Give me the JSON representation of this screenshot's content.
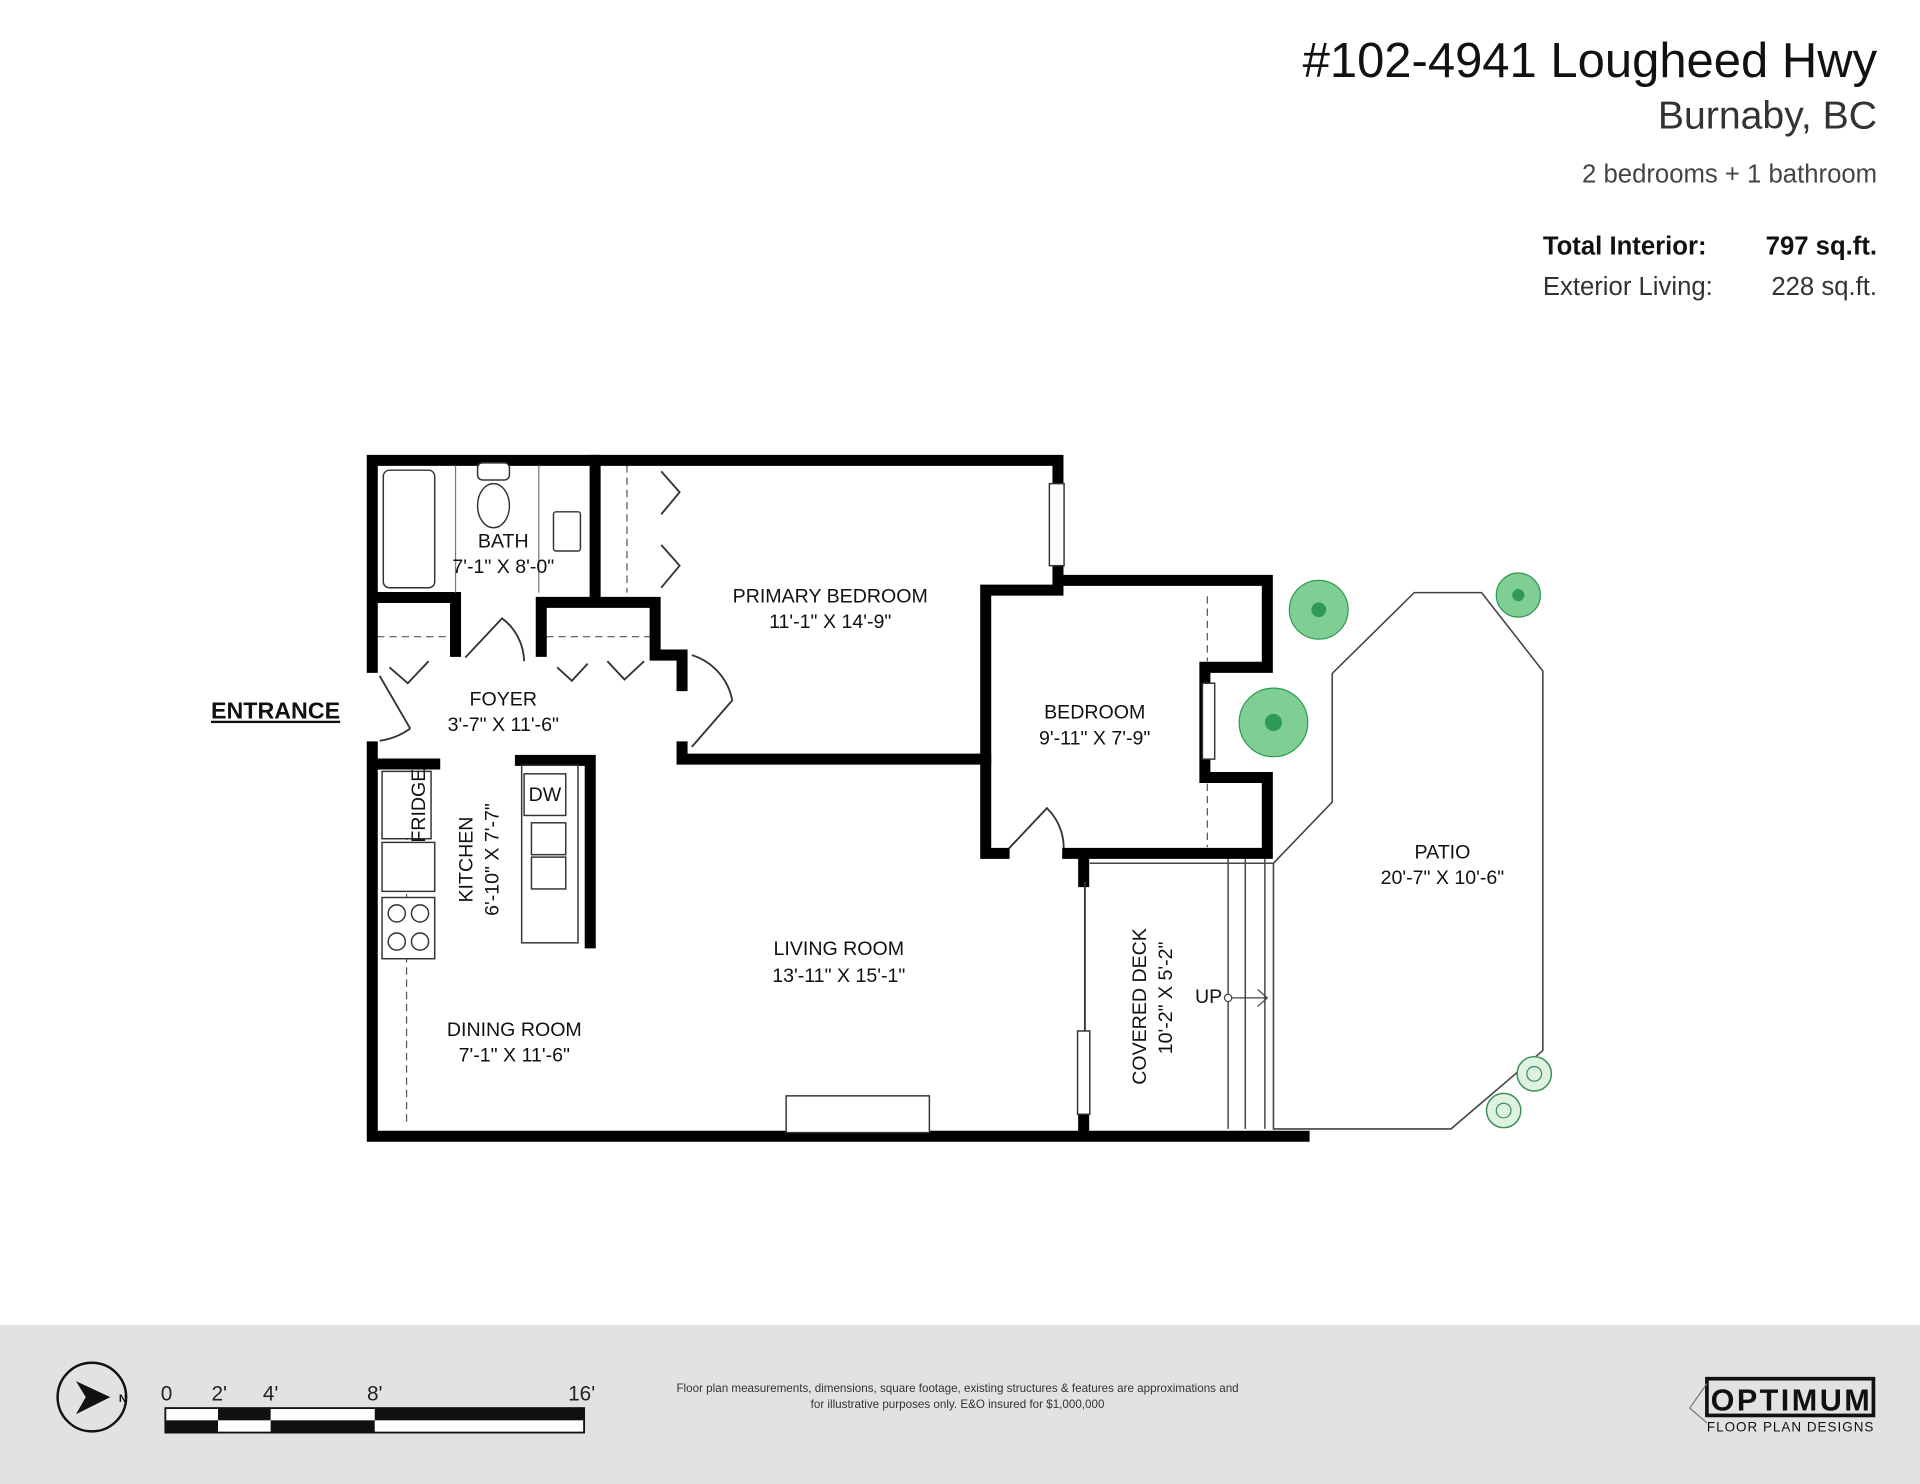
{
  "header": {
    "address": "#102-4941 Lougheed Hwy",
    "city": "Burnaby, BC",
    "summary": "2 bedrooms + 1 bathroom",
    "total_interior_label": "Total Interior:",
    "total_interior_value": "797 sq.ft.",
    "exterior_living_label": "Exterior Living:",
    "exterior_living_value": "228 sq.ft."
  },
  "plan": {
    "entrance": "ENTRANCE",
    "rooms": {
      "bath": {
        "name": "BATH",
        "dims": "7'-1\" X 8'-0\""
      },
      "primary_bedroom": {
        "name": "PRIMARY BEDROOM",
        "dims": "11'-1\" X 14'-9\""
      },
      "foyer": {
        "name": "FOYER",
        "dims": "3'-7\" X 11'-6\""
      },
      "bedroom": {
        "name": "BEDROOM",
        "dims": "9'-11\" X 7'-9\""
      },
      "kitchen": {
        "name": "KITCHEN",
        "dims": "6'-10\" X 7'-7\""
      },
      "living_room": {
        "name": "LIVING ROOM",
        "dims": "13'-11\" X 15'-1\""
      },
      "dining_room": {
        "name": "DINING ROOM",
        "dims": "7'-1\" X 11'-6\""
      },
      "covered_deck": {
        "name": "COVERED DECK",
        "dims": "10'-2\" X 5'-2\""
      },
      "patio": {
        "name": "PATIO",
        "dims": "20'-7\" X 10'-6\""
      }
    },
    "fixtures": {
      "fridge": "FRIDGE",
      "dishwasher": "DW",
      "up": "UP"
    }
  },
  "footer": {
    "compass_label": "N",
    "scale_labels": [
      "0",
      "2'",
      "4'",
      "8'",
      "16'"
    ],
    "disclaimer_line1": "Floor plan measurements, dimensions, square footage, existing structures & features are approximations and",
    "disclaimer_line2": "for illustrative purposes only.  E&O insured for $1,000,000",
    "logo_main": "OPTIMUM",
    "logo_sub": "FLOOR PLAN DESIGNS"
  },
  "colors": {
    "footer_bg": "#e2e2e2",
    "plant_green": "#7fcf95"
  }
}
